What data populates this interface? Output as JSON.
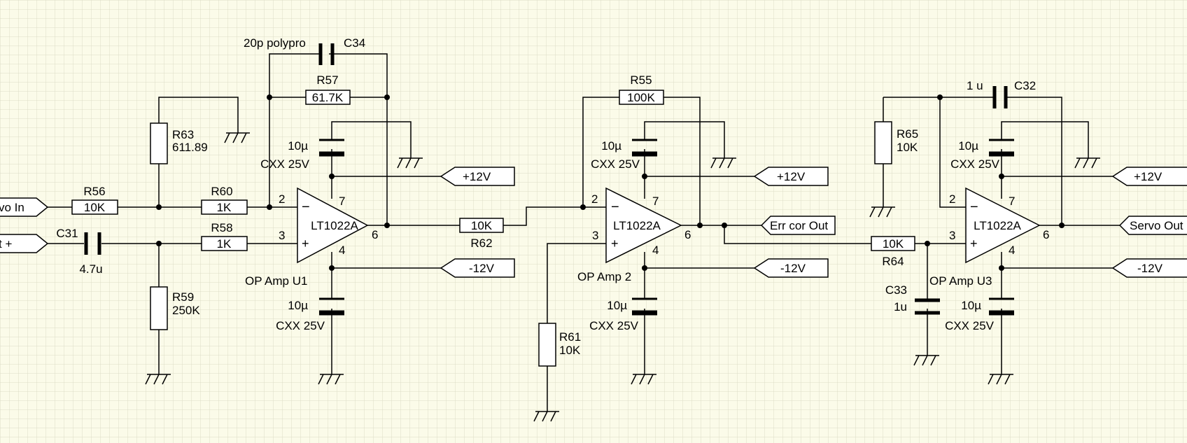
{
  "colors": {
    "background": "#fbfbe9",
    "grid": "#dcdcc6",
    "ink": "#000000"
  },
  "ports": {
    "servo_in": "vo In",
    "input_plus": "t +",
    "plus12_1": "+12V",
    "minus12_1": "-12V",
    "plus12_2": "+12V",
    "minus12_2": "-12V",
    "err_cor_out": "Err cor Out",
    "plus12_3": "+12V",
    "minus12_3": "-12V",
    "servo_out": "Servo Out"
  },
  "opamps": {
    "u1": {
      "part": "LT1022A",
      "label": "OP Amp U1",
      "pin_inv": "2",
      "pin_noninv": "3",
      "pin_out": "6",
      "pin_vpos": "7",
      "pin_vneg": "4"
    },
    "u2": {
      "part": "LT1022A",
      "label": "OP Amp 2",
      "pin_inv": "2",
      "pin_noninv": "3",
      "pin_out": "6",
      "pin_vpos": "7",
      "pin_vneg": "4"
    },
    "u3": {
      "part": "LT1022A",
      "label": "OP Amp U3",
      "pin_inv": "2",
      "pin_noninv": "3",
      "pin_out": "6",
      "pin_vpos": "7",
      "pin_vneg": "4"
    }
  },
  "resistors": {
    "r56": {
      "ref": "R56",
      "value": "10K"
    },
    "r60": {
      "ref": "R60",
      "value": "1K"
    },
    "r58": {
      "ref": "R58",
      "value": "1K"
    },
    "r57": {
      "ref": "R57",
      "value": "61.7K"
    },
    "r63": {
      "ref": "R63",
      "value": "611.89"
    },
    "r59": {
      "ref": "R59",
      "value": "250K"
    },
    "r62": {
      "ref": "R62",
      "value": "10K"
    },
    "r55": {
      "ref": "R55",
      "value": "100K"
    },
    "r61": {
      "ref": "R61",
      "value": "10K"
    },
    "r64": {
      "ref": "R64",
      "value": "10K"
    },
    "r65": {
      "ref": "R65",
      "value": "10K"
    }
  },
  "capacitors": {
    "c31": {
      "ref": "C31",
      "value": "4.7u"
    },
    "c34": {
      "ref": "C34",
      "value": "20p polypro"
    },
    "c32": {
      "ref": "C32",
      "value": "1 u"
    },
    "c33": {
      "ref": "C33",
      "value": "1u"
    },
    "bypass_u1_top": {
      "value": "10µ",
      "rating": "CXX 25V"
    },
    "bypass_u1_bot": {
      "value": "10µ",
      "rating": "CXX 25V"
    },
    "bypass_u2_top": {
      "value": "10µ",
      "rating": "CXX 25V"
    },
    "bypass_u2_bot": {
      "value": "10µ",
      "rating": "CXX 25V"
    },
    "bypass_u3_top": {
      "value": "10µ",
      "rating": "CXX 25V"
    },
    "bypass_u3_bot": {
      "value": "10µ",
      "rating": "CXX 25V"
    }
  }
}
